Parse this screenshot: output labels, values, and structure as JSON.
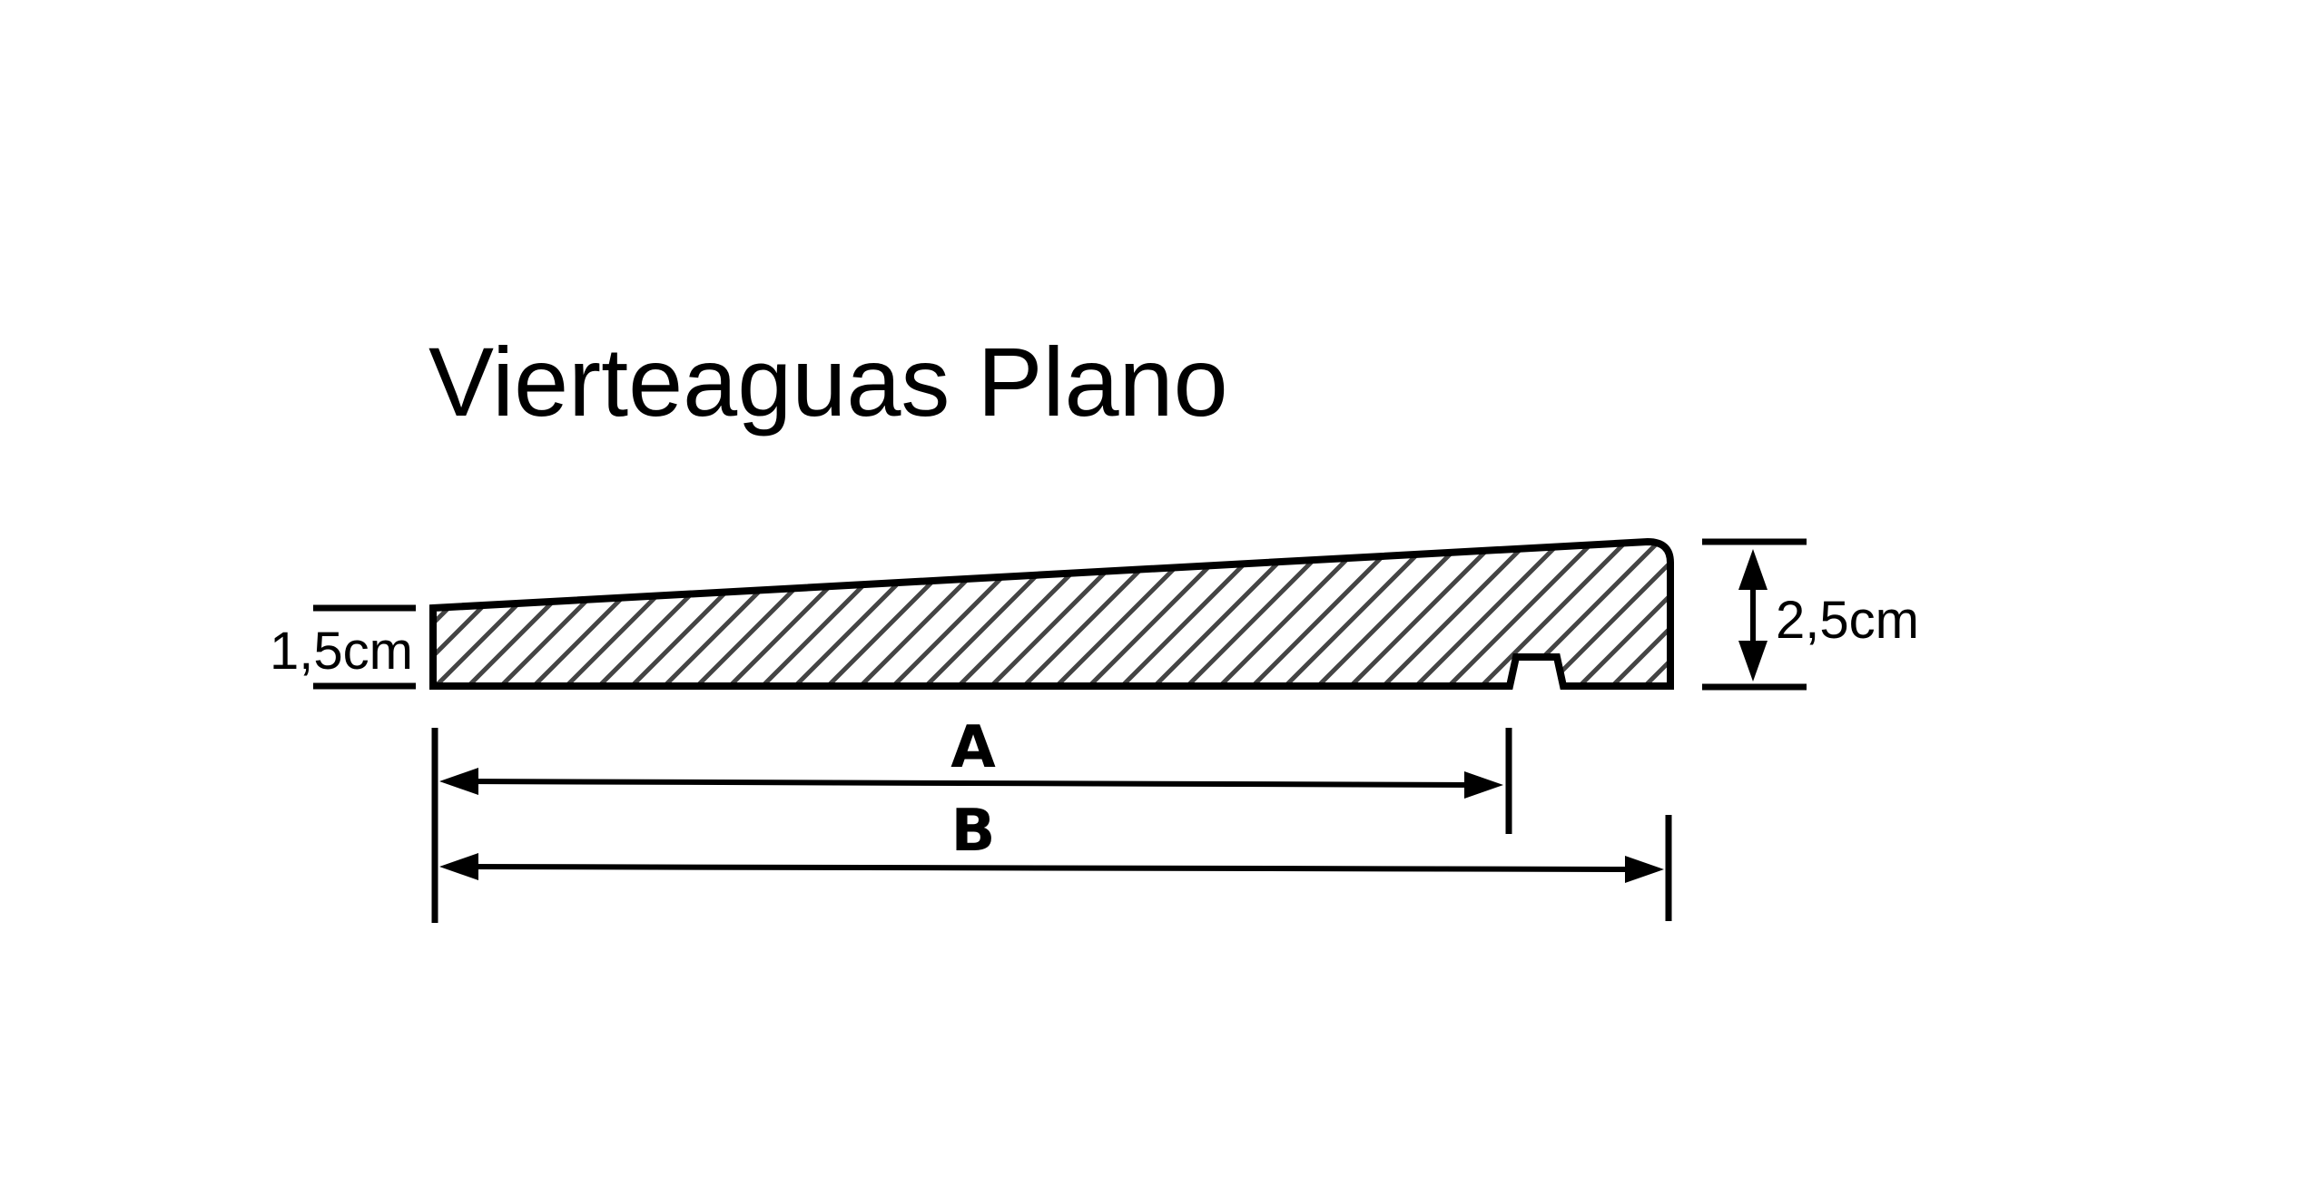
{
  "title": "Vierteaguas Plano",
  "dimensions": {
    "left_thickness": "1,5cm",
    "right_thickness": "2,5cm",
    "length_a": "A",
    "length_b": "B"
  },
  "colors": {
    "ink": "#000000",
    "hatch": "#444444",
    "background": "#ffffff"
  }
}
